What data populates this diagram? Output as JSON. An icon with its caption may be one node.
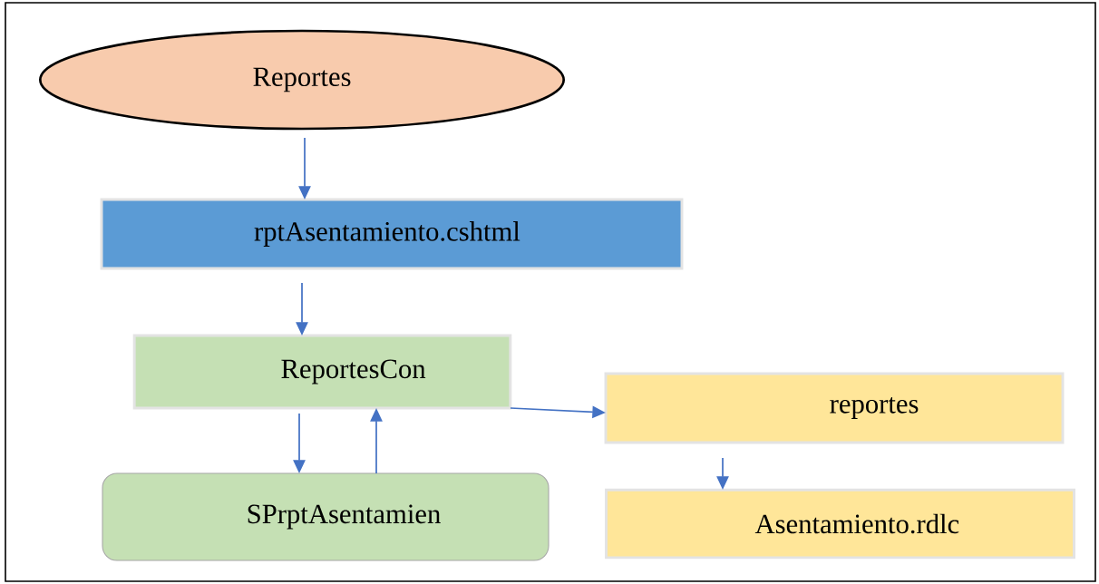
{
  "diagram": {
    "nodes": [
      {
        "text": [
          "Reportes"
        ]
      },
      {
        "text": [
          "rptAsentamiento.cshtml"
        ]
      },
      {
        "text": [
          "ReportesCon"
        ]
      },
      {
        "text": [
          "SPrptAsentamien"
        ]
      },
      {
        "text": [
          "reportes"
        ]
      },
      {
        "text": [
          "Asentamiento.rdlc"
        ]
      }
    ],
    "edges": [
      {
        "from": 0,
        "to": 1,
        "arrow": "to"
      },
      {
        "from": 1,
        "to": 2,
        "arrow": "to"
      },
      {
        "from": 2,
        "to": 3,
        "arrow": "to"
      },
      {
        "from": 3,
        "to": 2,
        "arrow": "to"
      },
      {
        "from": 2,
        "to": 4,
        "arrow": "to"
      },
      {
        "from": 4,
        "to": 5,
        "arrow": "to"
      }
    ]
  }
}
